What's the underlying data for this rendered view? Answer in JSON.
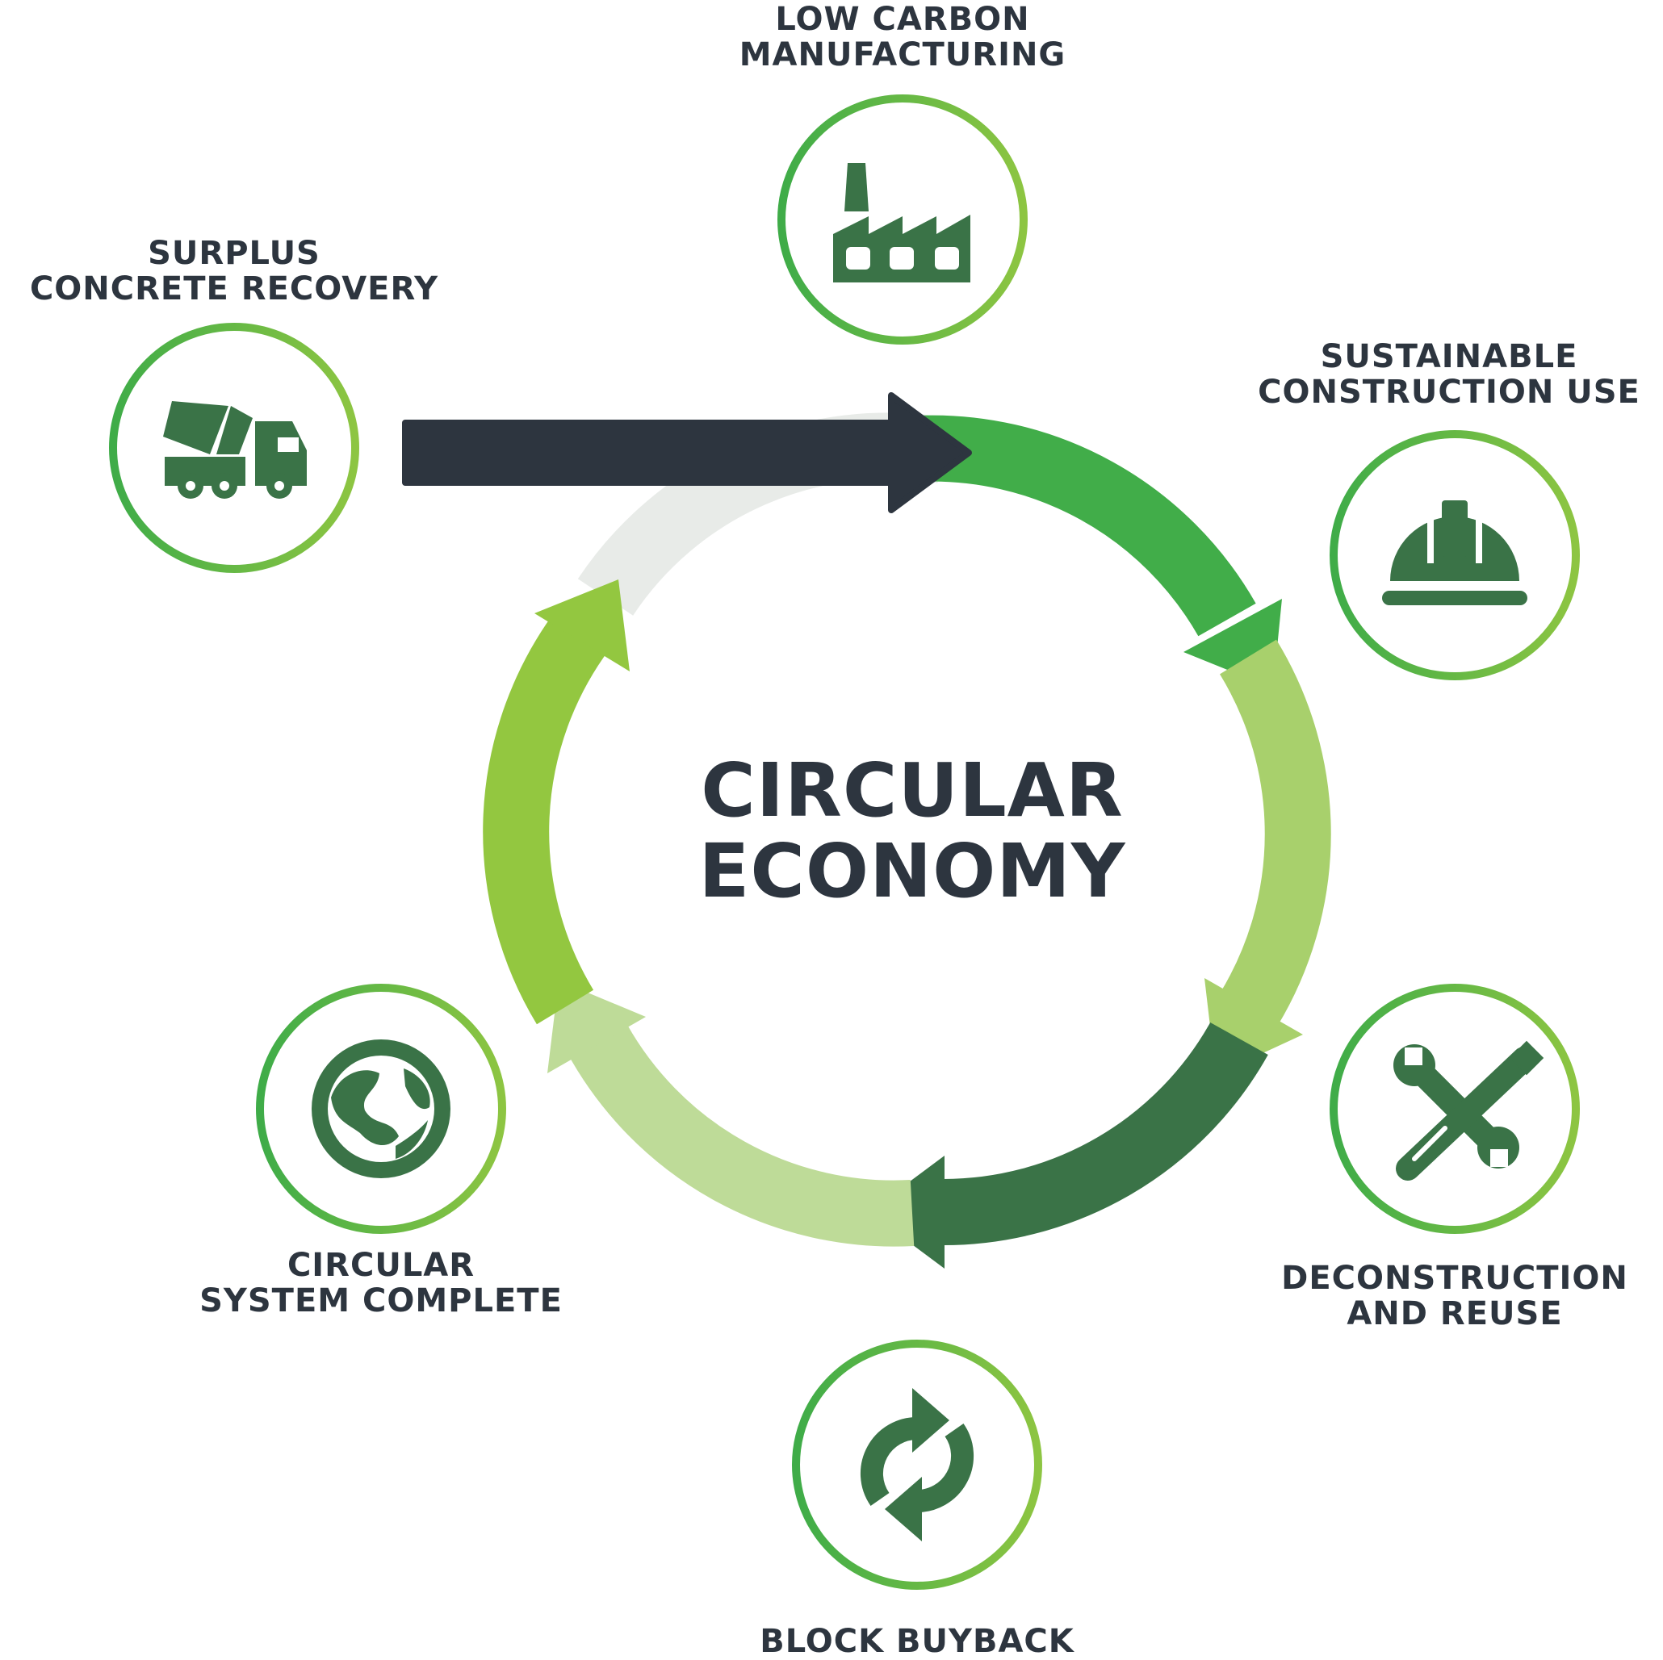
{
  "title": [
    "CIRCULAR",
    "ECONOMY"
  ],
  "stages": [
    {
      "id": "surplus",
      "lines": [
        "SURPLUS",
        "CONCRETE RECOVERY"
      ],
      "icon": "concrete-mixer-truck-icon"
    },
    {
      "id": "manufacturing",
      "lines": [
        "LOW CARBON",
        "MANUFACTURING"
      ],
      "icon": "factory-icon"
    },
    {
      "id": "construction",
      "lines": [
        "SUSTAINABLE",
        "CONSTRUCTION USE"
      ],
      "icon": "hard-hat-icon"
    },
    {
      "id": "deconstruction",
      "lines": [
        "DECONSTRUCTION",
        "AND REUSE"
      ],
      "icon": "wrench-screwdriver-icon"
    },
    {
      "id": "buyback",
      "lines": [
        "BLOCK BUYBACK"
      ],
      "icon": "recycle-arrows-icon"
    },
    {
      "id": "complete",
      "lines": [
        "CIRCULAR",
        "SYSTEM COMPLETE"
      ],
      "icon": "globe-icon"
    }
  ],
  "colors": {
    "text": "#2d353f",
    "icon": "#3a7347",
    "entry_arrow": "#2d353f",
    "ring_segments": [
      "#41ad49",
      "#a8d06c",
      "#3a7347",
      "#bedb98",
      "#93c740",
      "#e8ebe8"
    ],
    "circle_outline_gradient": [
      "#3fac48",
      "#8dc542"
    ]
  }
}
